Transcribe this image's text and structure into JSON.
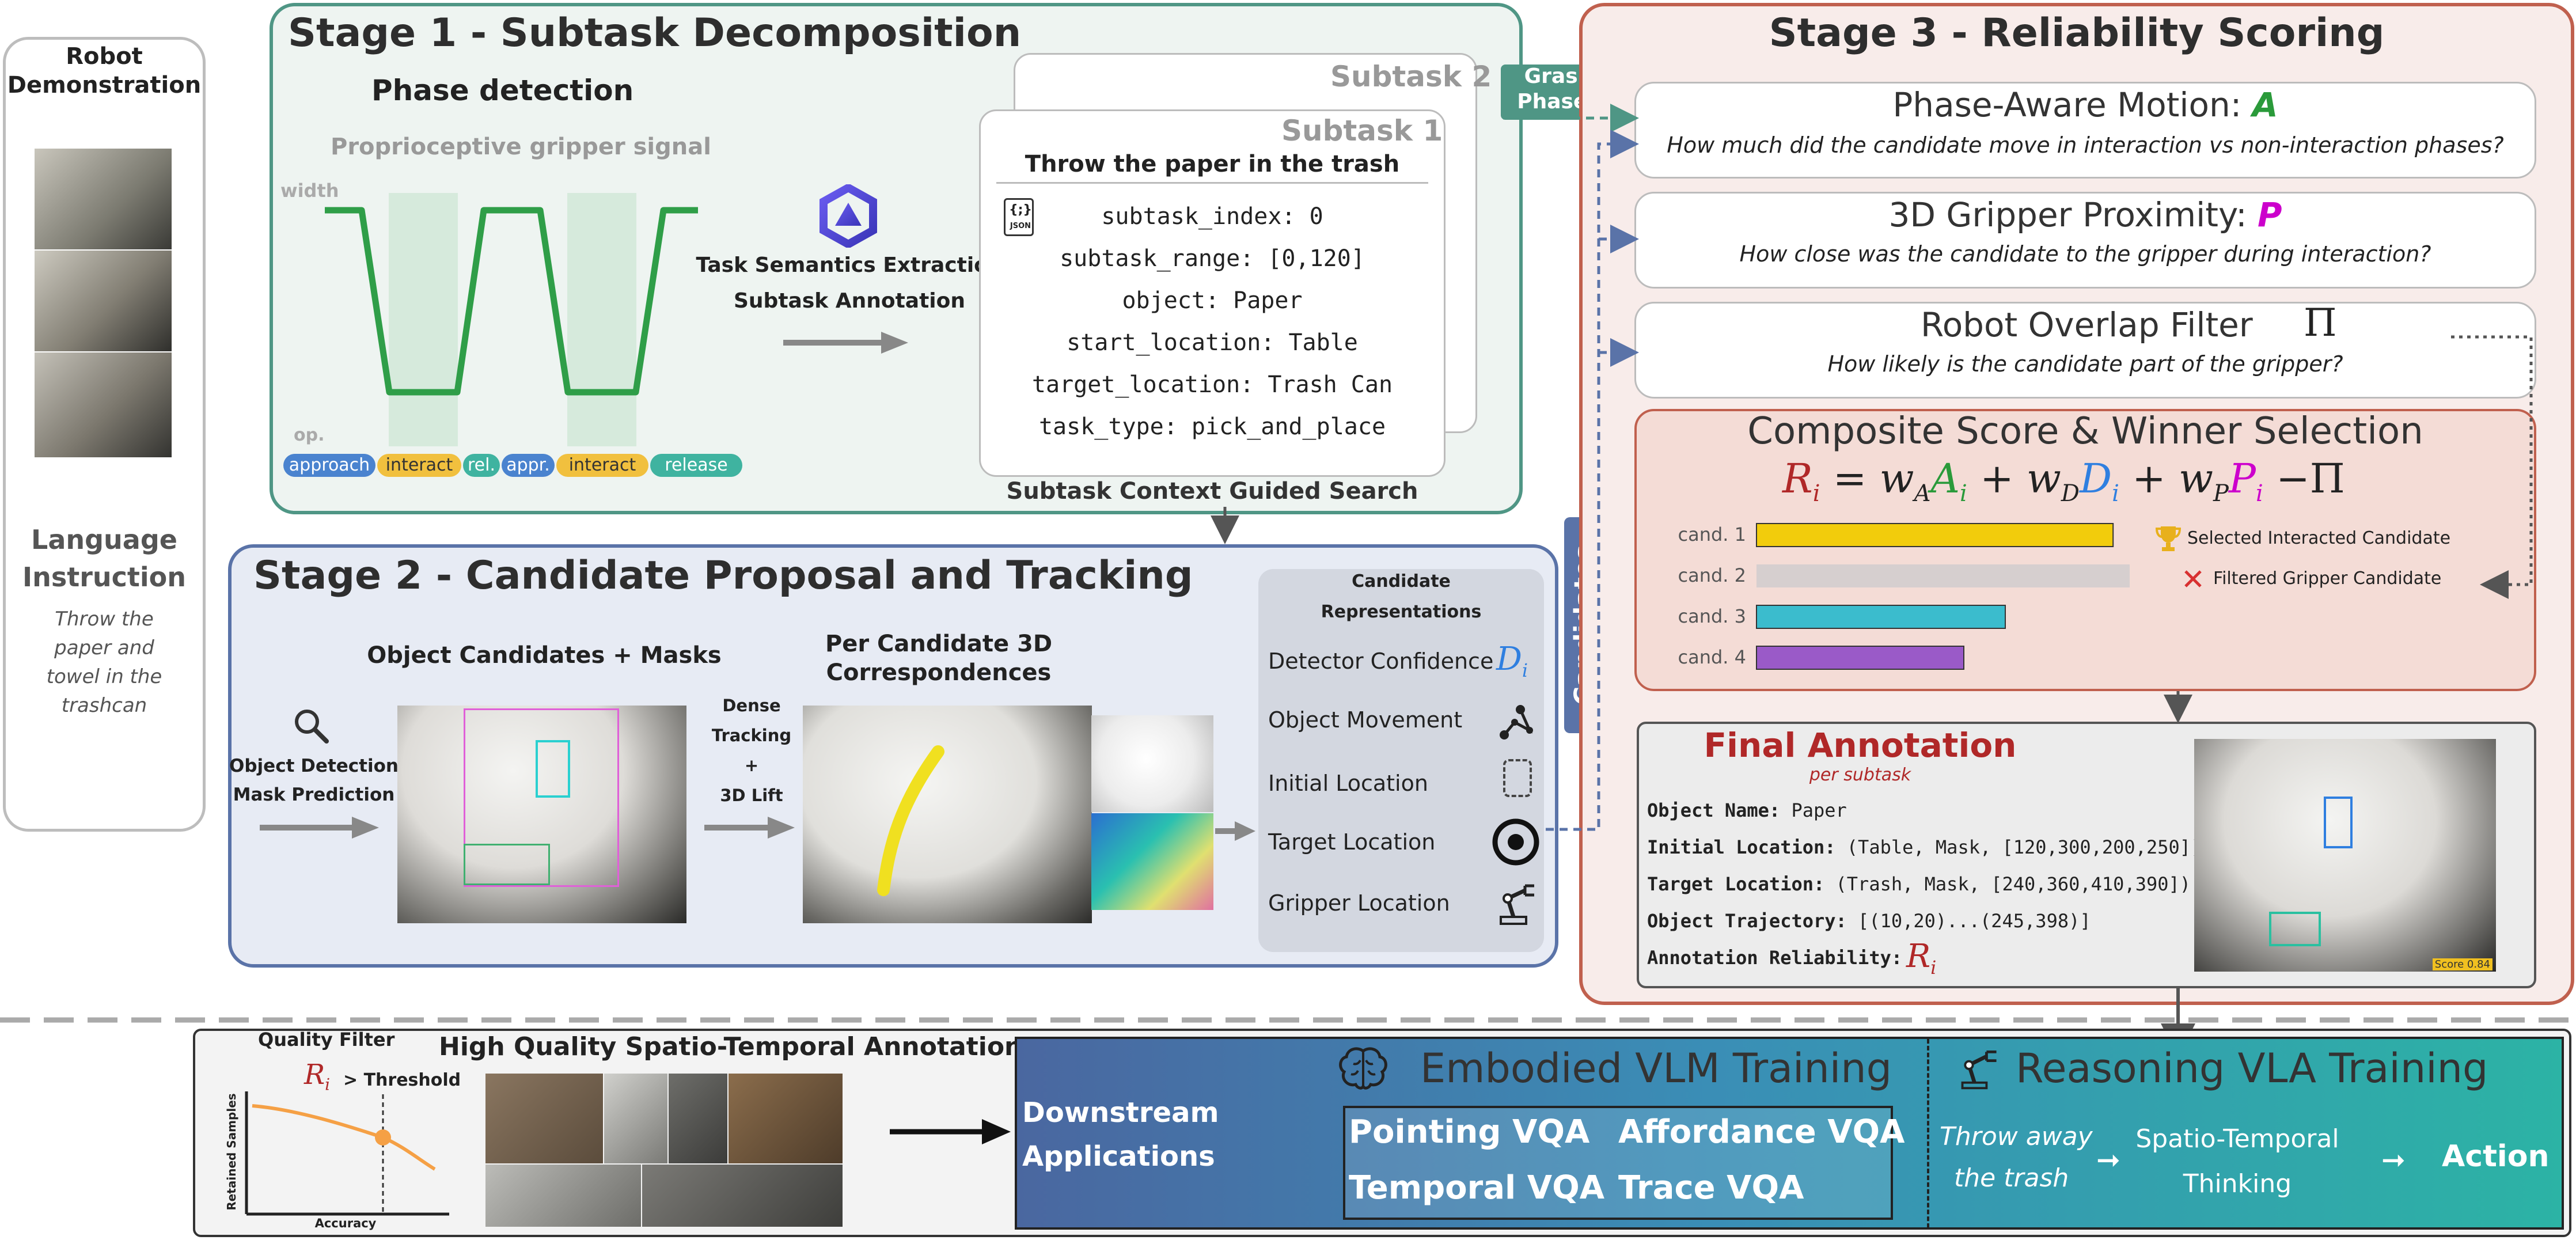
{
  "left_panel": {
    "title_line1": "Robot",
    "title_line2": "Demonstration",
    "lang_line1": "Language",
    "lang_line2": "Instruction",
    "instr": [
      "Throw the",
      "paper and",
      "towel in the",
      "trashcan"
    ]
  },
  "stage1": {
    "title": "Stage 1 - Subtask Decomposition",
    "phase_title": "Phase detection",
    "signal_label": "Proprioceptive gripper signal",
    "width_label": "width",
    "op_label": "op.",
    "phases": [
      "approach",
      "interact",
      "rel.",
      "appr.",
      "interact",
      "release"
    ],
    "extraction_line1": "Task Semantics Extraction",
    "extraction_line2": "Subtask Annotation",
    "subtask2_label": "Subtask 2",
    "subtask1_label": "Subtask 1",
    "subtask_instruction": "Throw the paper in the trash",
    "json_icon_text": "JSON",
    "fields": [
      "subtask_index: 0",
      "subtask_range: [0,120]",
      "object: Paper",
      "start_location: Table",
      "target_location: Trash Can",
      "task_type: pick_and_place"
    ],
    "guided_search": "Subtask Context Guided Search",
    "grasp_line1": "Grasp",
    "grasp_line2": "Phases"
  },
  "stage2": {
    "title": "Stage 2 - Candidate Proposal and Tracking",
    "det_line1": "Object Detection",
    "det_line2": "Mask Prediction",
    "candidates_title": "Object Candidates + Masks",
    "dense_lines": [
      "Dense",
      "Tracking",
      "+",
      "3D Lift"
    ],
    "corr_line1": "Per Candidate 3D",
    "corr_line2": "Correspondences",
    "repr_title_line1": "Candidate",
    "repr_title_line2": "Representations",
    "repr_items": [
      "Detector Confidence",
      "Object Movement",
      "Initial Location",
      "Target Location",
      "Gripper Location"
    ],
    "det_conf_symbol": "D",
    "det_conf_sub": "i",
    "candidates_tab": "Candidates"
  },
  "stage3": {
    "title": "Stage 3 - Reliability Scoring",
    "motion_title": "Phase-Aware Motion: ",
    "motion_symbol": "A",
    "motion_q": "How much did the candidate move in interaction vs  non-interaction phases?",
    "prox_title": "3D Gripper Proximity: ",
    "prox_symbol": "P",
    "prox_q": "How close was the candidate to the gripper during interaction?",
    "overlap_title": "Robot Overlap Filter",
    "overlap_symbol": "Π",
    "overlap_q": "How likely is the candidate part of the gripper?",
    "composite_title": "Composite Score & Winner Selection",
    "formula": {
      "R": "R",
      "i": "i",
      "eq": " = ",
      "wA": "w",
      "A_sub": "A",
      "A": "A",
      "plus": " + ",
      "wD": "w",
      "D_sub": "D",
      "D": "D",
      "wP": "w",
      "P_sub": "P",
      "P": "P",
      "minus": " −",
      "Pi": "Π"
    },
    "selected_label": "Selected Interacted Candidate",
    "filtered_label": "Filtered Gripper Candidate",
    "final_title": "Final Annotation",
    "final_sub": "per subtask",
    "final_rows": [
      {
        "key": "Object Name:",
        "val": " Paper"
      },
      {
        "key": "Initial Location:",
        "val": " (Table, Mask, [120,300,200,250])"
      },
      {
        "key": "Target Location:",
        "val": " (Trash, Mask, [240,360,410,390])"
      },
      {
        "key": "Object Trajectory:",
        "val": " [(10,20)...(245,398)]"
      },
      {
        "key": "Annotation Reliability:",
        "val": ""
      }
    ],
    "score_text": "Score 0.84"
  },
  "chart_data": {
    "type": "bar",
    "categories": [
      "cand. 1",
      "cand. 2",
      "cand. 3",
      "cand. 4"
    ],
    "values": [
      0.86,
      0.9,
      0.6,
      0.5
    ],
    "colors": [
      "#f2cc0c",
      "#d6cfcf",
      "#3bbccd",
      "#9a5ac8"
    ],
    "orientation": "horizontal",
    "title": "",
    "xlabel": "",
    "ylabel": ""
  },
  "bottom": {
    "quality_title": "Quality Filter",
    "threshold": "> Threshold",
    "ylabel": "Retained Samples",
    "xlabel": "Accuracy",
    "hq_title": "High Quality Spatio-Temporal Annotations",
    "downstream_line1": "Downstream",
    "downstream_line2": "Applications",
    "vlm_title": "Embodied VLM Training",
    "vqa": [
      "Pointing VQA",
      "Affordance VQA",
      "Temporal VQA",
      "Trace VQA"
    ],
    "vla_title": "Reasoning VLA Training",
    "throw_line1": "Throw away",
    "throw_line2": "the trash",
    "spatio_line1": "Spatio-Temporal",
    "spatio_line2": "Thinking",
    "action": "Action"
  },
  "colors": {
    "stage1_border": "#4f9685",
    "stage2_border": "#5a73a8",
    "stage3_border": "#c0604e",
    "green": "#2a9a3a",
    "magenta": "#cc00cc",
    "blue": "#2f7fe0",
    "red": "#b02828"
  }
}
